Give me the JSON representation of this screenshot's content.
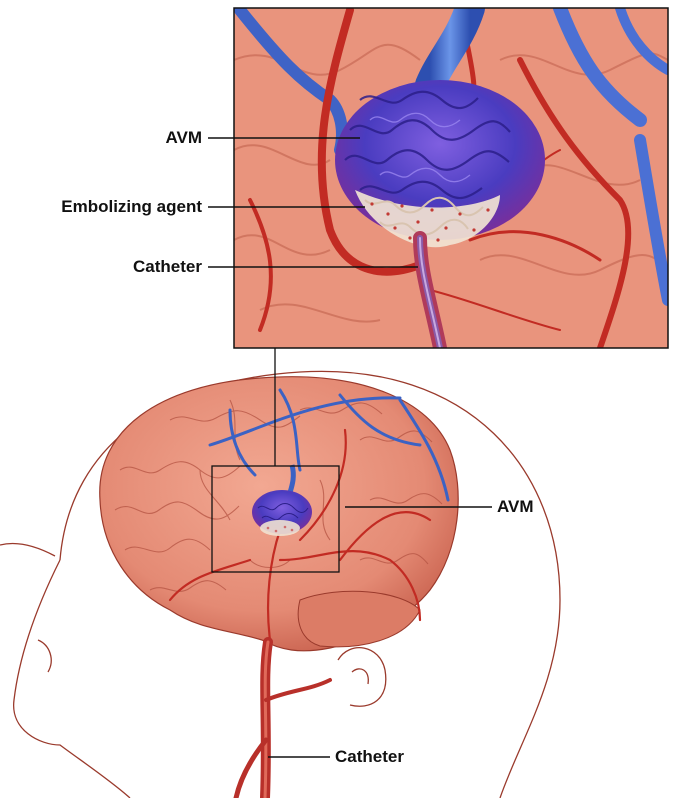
{
  "labels": {
    "avm_inset": "AVM",
    "embolizing_agent": "Embolizing agent",
    "catheter_inset": "Catheter",
    "avm_brain": "AVM",
    "catheter_neck": "Catheter"
  },
  "colors": {
    "brain": "#e9917b",
    "brain_shadow": "#c9604e",
    "artery": "#c8312b",
    "vein": "#3c66c9",
    "avm_core": "#5a38b8",
    "embolic": "#f3e6d8",
    "outline": "#7a2a20"
  }
}
